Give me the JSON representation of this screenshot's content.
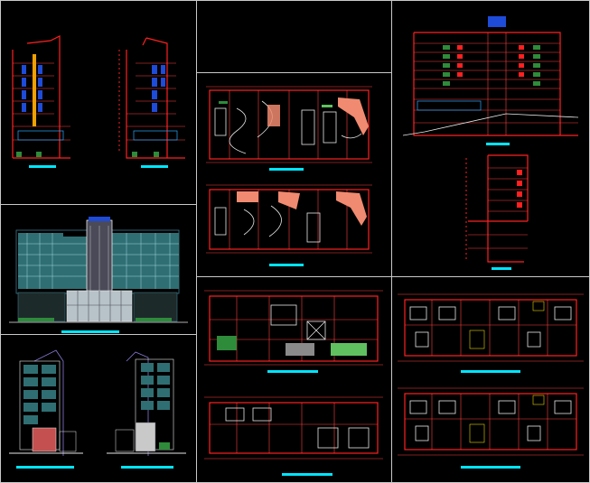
{
  "sheet": {
    "background": "#000000",
    "panel_frame_color": "#c9c9c9",
    "wall_color": "#ff2020",
    "title_bar_color": "#00e5ff",
    "glazing_color": "#2a6fd6",
    "landscape_color": "#2e8b3a",
    "ramp_color": "#f08a70"
  },
  "panels": [
    {
      "name": "side-sections-top-left"
    },
    {
      "name": "floor-plans-top-center"
    },
    {
      "name": "main-section-top-right"
    },
    {
      "name": "secondary-section-right"
    },
    {
      "name": "front-elevation-left"
    },
    {
      "name": "side-elevations-bottom-left"
    },
    {
      "name": "ground-floor-plans-center"
    },
    {
      "name": "typical-floor-plans-right"
    }
  ]
}
